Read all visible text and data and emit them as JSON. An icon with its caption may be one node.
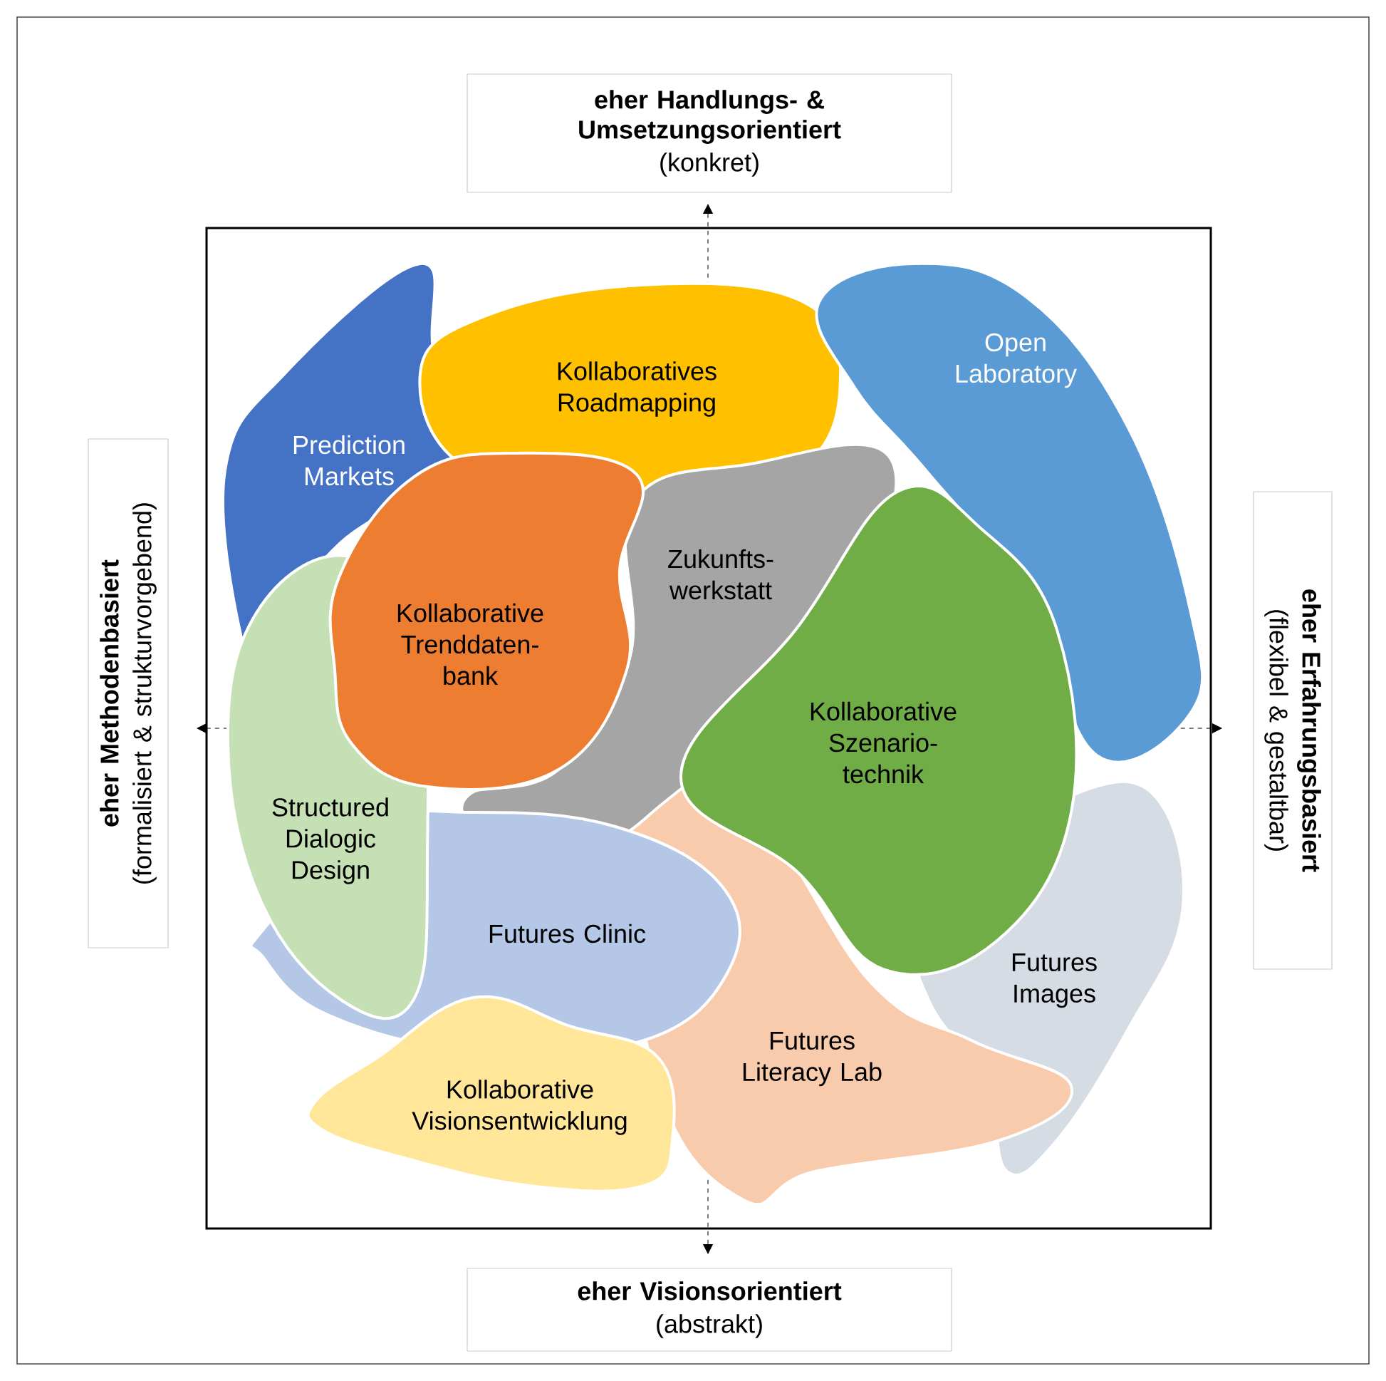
{
  "diagram": {
    "nodes": [
      {
        "text": [
          "eher Handlungs- & Umsetzungsorientiert",
          "(konkret)"
        ]
      },
      {
        "text": [
          "eher Methodenbasiert",
          "(formalisiert & strukturvorgebend)"
        ]
      },
      {
        "text": [
          "eher Erfahrungsbasiert",
          "(flexibel & gestaltbar)"
        ]
      },
      {
        "text": [
          "eher Visionsorientiert",
          "(abstrakt)"
        ]
      },
      {
        "text": [
          "Prediction Markets"
        ]
      },
      {
        "text": [
          "Kollaboratives Roadmapping"
        ]
      },
      {
        "text": [
          "Open Laboratory"
        ]
      },
      {
        "text": [
          "Kollaborative Trenddaten-bank"
        ]
      },
      {
        "text": [
          "Zukunfts-werkstatt"
        ]
      },
      {
        "text": [
          "Kollaborative Szenario-technik"
        ]
      },
      {
        "text": [
          "Futures Images"
        ]
      },
      {
        "text": [
          "Structured Dialogic Design"
        ]
      },
      {
        "text": [
          "Futures Literacy Lab"
        ]
      },
      {
        "text": [
          "Futures Clinic"
        ]
      },
      {
        "text": [
          "Kollaborative Visionsentwicklung"
        ]
      }
    ]
  }
}
